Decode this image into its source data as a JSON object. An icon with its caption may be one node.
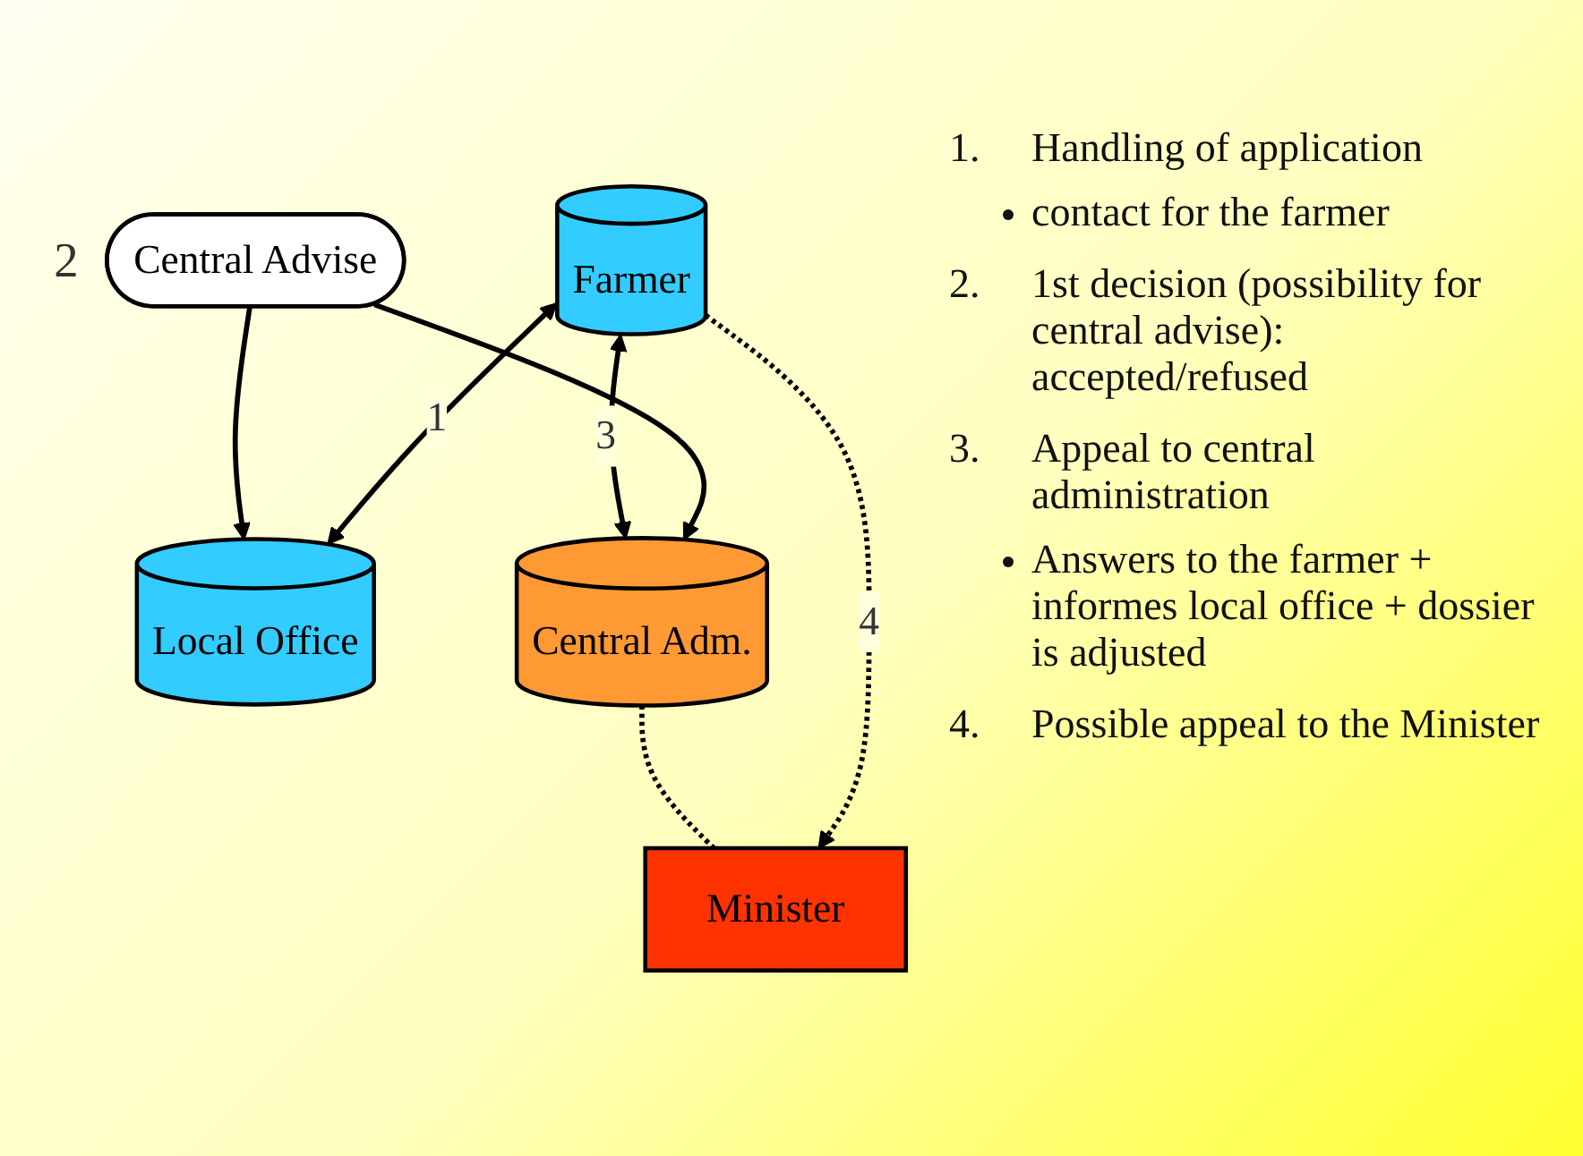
{
  "diagram": {
    "nodes": [
      {
        "text": [
          "Farmer"
        ]
      },
      {
        "text": [
          "Local Office"
        ]
      },
      {
        "text": [
          "Central Advise"
        ],
        "beside": [
          "2"
        ]
      },
      {
        "text": [
          "Central Adm."
        ]
      },
      {
        "text": [
          "Minister"
        ]
      }
    ],
    "edges": [
      {
        "from": 0,
        "to": 1,
        "arrow": "both",
        "label": "1"
      },
      {
        "from": 2,
        "to": 1,
        "arrow": "to"
      },
      {
        "from": 2,
        "to": 3,
        "arrow": "to"
      },
      {
        "from": 0,
        "to": 3,
        "arrow": "both",
        "label": "3"
      },
      {
        "from": 0,
        "to": 4,
        "arrow": "to",
        "label": "4",
        "style": "dashed"
      },
      {
        "from": 3,
        "to": 4,
        "arrow": "none",
        "style": "dashed"
      }
    ],
    "labels": [
      "1.",
      "Handling of application",
      "contact for the farmer",
      "2.",
      "1st decision (possibility for central advise): accepted/refused",
      "3.",
      "Appeal to central administration",
      "Answers to the farmer + informes local office + dossier is adjusted",
      "4.",
      "Possible appeal to the Minister"
    ]
  }
}
